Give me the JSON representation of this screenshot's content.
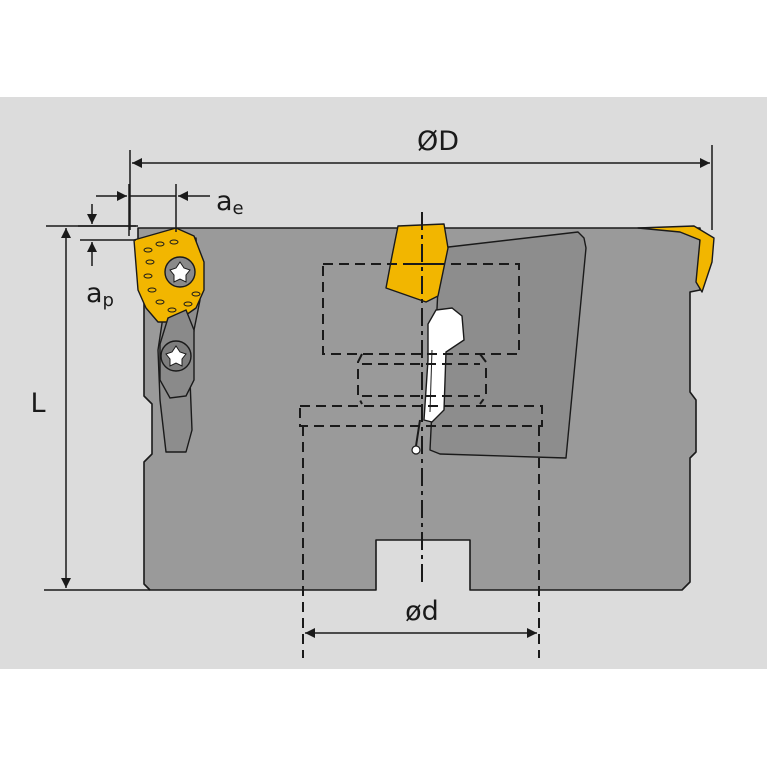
{
  "diagram": {
    "labels": {
      "outer_diameter": "ØD",
      "bore_diameter": "ød",
      "length": "L",
      "radial_depth_base": "a",
      "radial_depth_sub": "e",
      "axial_depth_base": "a",
      "axial_depth_sub": "p"
    },
    "colors": {
      "background_panel": "#dcdcdc",
      "tool_body": "#9a9a9a",
      "insert": "#f2b600",
      "outline": "#1a1a1a"
    }
  }
}
